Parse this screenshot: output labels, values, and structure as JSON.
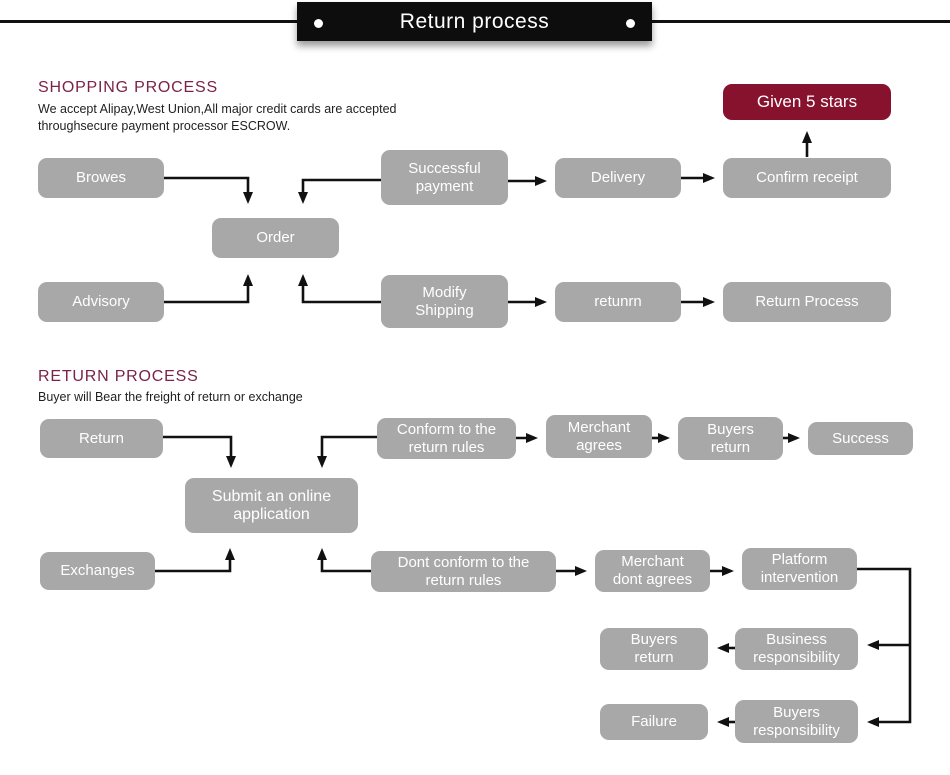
{
  "banner": {
    "title": "Return process"
  },
  "colors": {
    "node_gray": "#a8a8a8",
    "accent_maroon": "#87122e",
    "heading_maroon": "#7b2346",
    "banner_black": "#0d0d0d",
    "arrow_black": "#111111"
  },
  "shopping": {
    "heading": "SHOPPING PROCESS",
    "subtext": "We accept Alipay,West Union,All major credit cards are accepted\nthroughsecure payment processor ESCROW.",
    "nodes": {
      "browes": "Browes",
      "order": "Order",
      "successful_payment": "Successful\npayment",
      "delivery": "Delivery",
      "confirm_receipt": "Confirm receipt",
      "given_5_stars": "Given 5 stars",
      "advisory": "Advisory",
      "modify_shipping": "Modify\nShipping",
      "retunrn": "retunrn",
      "return_process": "Return Process"
    }
  },
  "returns": {
    "heading": "RETURN PROCESS",
    "subtext": "Buyer will Bear the freight of return or exchange",
    "nodes": {
      "return": "Return",
      "submit_application": "Submit an online\napplication",
      "conform_rules": "Conform to the\nreturn rules",
      "merchant_agrees": "Merchant\nagrees",
      "buyers_return_top": "Buyers\nreturn",
      "success": "Success",
      "exchanges": "Exchanges",
      "dont_conform_rules": "Dont conform to the\nreturn rules",
      "merchant_dont_agrees": "Merchant\ndont agrees",
      "platform_intervention": "Platform\nintervention",
      "buyers_return_bottom": "Buyers\nreturn",
      "business_responsibility": "Business\nresponsibility",
      "failure": "Failure",
      "buyers_responsibility": "Buyers\nresponsibility"
    }
  }
}
